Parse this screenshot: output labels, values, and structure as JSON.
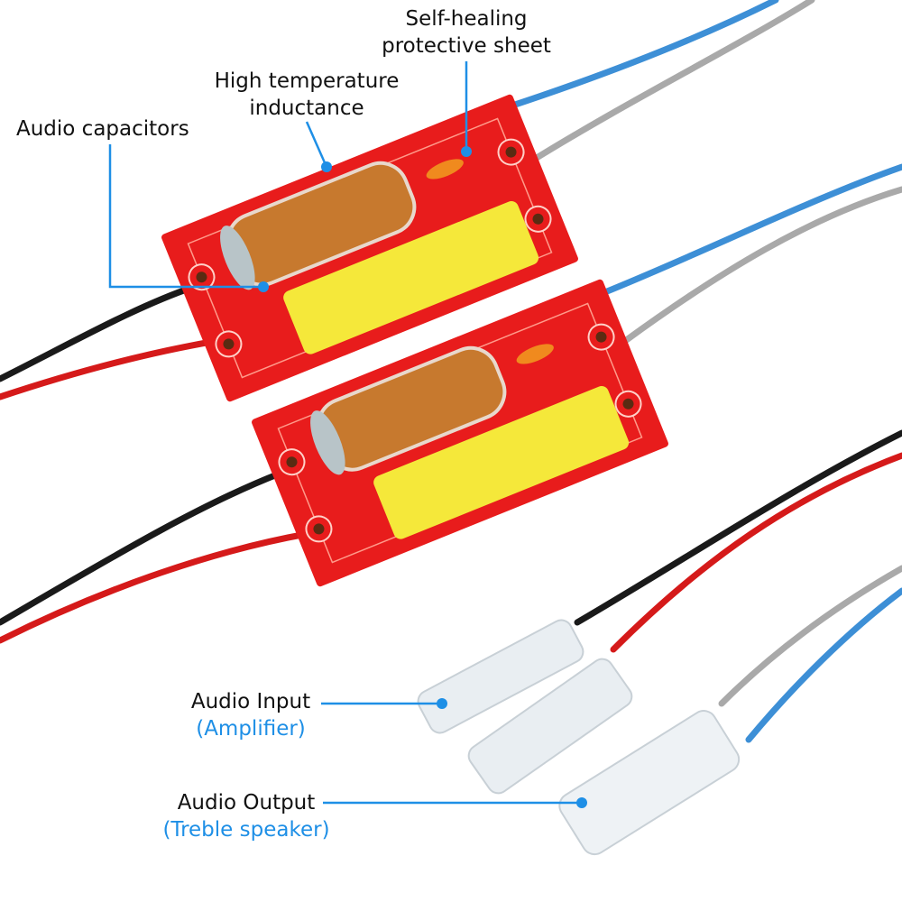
{
  "labels": {
    "self_healing": {
      "line1": "Self-healing",
      "line2": "protective sheet"
    },
    "inductance": {
      "line1": "High temperature",
      "line2": "inductance"
    },
    "capacitors": {
      "line1": "Audio capacitors"
    },
    "input": {
      "line1": "Audio Input",
      "line2": "(Amplifier)"
    },
    "output": {
      "line1": "Audio Output",
      "line2": "(Treble speaker)"
    }
  },
  "colors": {
    "accent": "#1e8fe6",
    "board": "#e81c1c",
    "capacitor": "#f5e83a",
    "copper": "#c7792e"
  }
}
